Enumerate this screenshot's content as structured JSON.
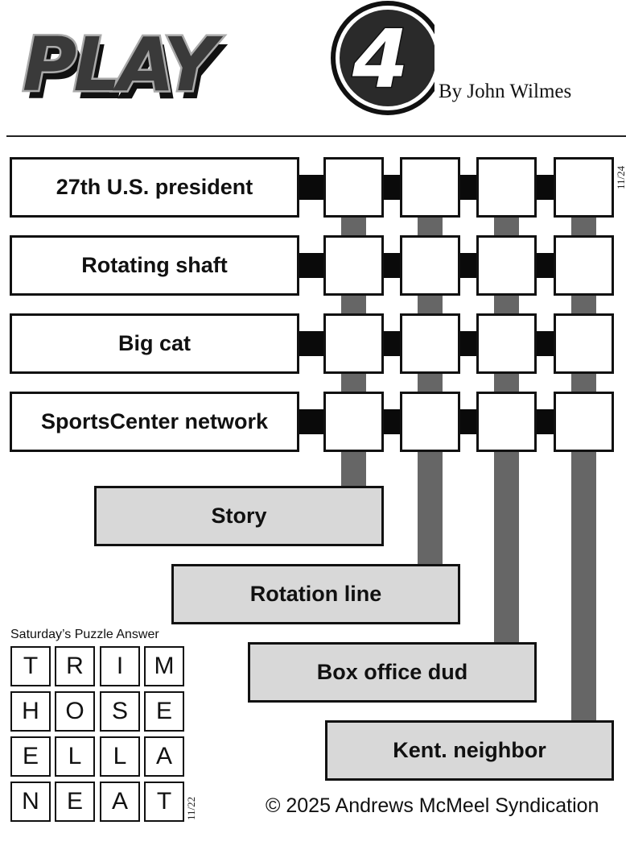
{
  "header": {
    "logo_text": "PLAY",
    "logo_number": "4",
    "byline": "By John Wilmes",
    "date_tag": "11/24"
  },
  "puzzle": {
    "across_clues": [
      {
        "label": "27th U.S. president"
      },
      {
        "label": "Rotating shaft"
      },
      {
        "label": "Big cat"
      },
      {
        "label": "SportsCenter network"
      }
    ],
    "down_clues": [
      {
        "label": "Story"
      },
      {
        "label": "Rotation line"
      },
      {
        "label": "Box office dud"
      },
      {
        "label": "Kent. neighbor"
      }
    ],
    "grid_size": 4,
    "cells": [
      [
        "",
        "",
        "",
        ""
      ],
      [
        "",
        "",
        "",
        ""
      ],
      [
        "",
        "",
        "",
        ""
      ],
      [
        "",
        "",
        "",
        ""
      ]
    ]
  },
  "previous_answer": {
    "title": "Saturday’s Puzzle Answer",
    "date_tag": "11/22",
    "rows": [
      [
        "T",
        "R",
        "I",
        "M"
      ],
      [
        "H",
        "O",
        "S",
        "E"
      ],
      [
        "E",
        "L",
        "L",
        "A"
      ],
      [
        "N",
        "E",
        "A",
        "T"
      ]
    ]
  },
  "footer": {
    "copyright": "© 2025 Andrews McMeel Syndication"
  },
  "colors": {
    "connector_dark": "#0a0a0a",
    "connector_gray": "#666666",
    "down_clue_bg": "#d8d8d8",
    "border": "#111111"
  }
}
